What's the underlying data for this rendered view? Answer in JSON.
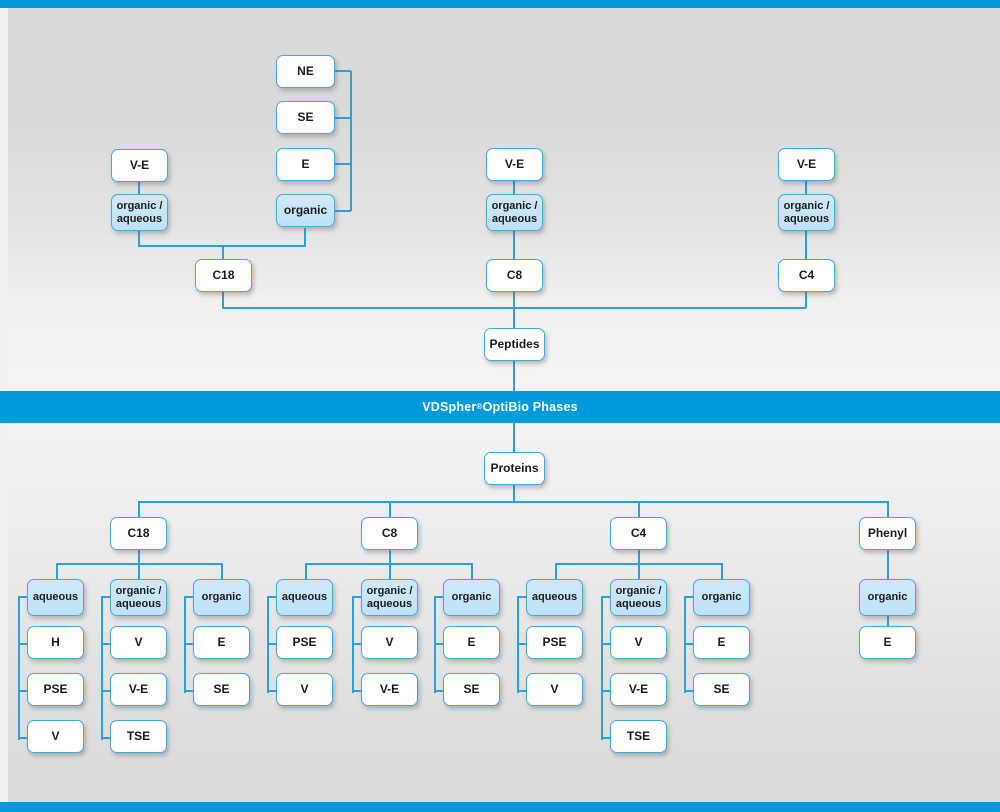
{
  "banner": {
    "text_before": "VDSpher",
    "mark": "®",
    "text_after": " OptiBio Phases",
    "color": "#009add"
  },
  "theme": {
    "accent": "#009add",
    "line": "#2d9fd9",
    "node_border": "#49a6dd",
    "node_fill": "#ffffff",
    "node_fill_highlight": "#c7e6f8",
    "text": "#1b1b1b"
  },
  "peptides": {
    "root_label": "Peptides",
    "branches": [
      {
        "phase": "C18",
        "modes": [
          {
            "label": "organic /\naqueous",
            "parent": "V-E",
            "children": []
          },
          {
            "label": "organic",
            "children": [
              "NE",
              "SE",
              "E"
            ]
          }
        ]
      },
      {
        "phase": "C8",
        "modes": [
          {
            "label": "organic /\naqueous",
            "parent": "V-E",
            "children": []
          }
        ]
      },
      {
        "phase": "C4",
        "modes": [
          {
            "label": "organic /\naqueous",
            "parent": "V-E",
            "children": []
          }
        ]
      }
    ]
  },
  "proteins": {
    "root_label": "Proteins",
    "branches": [
      {
        "phase": "C18",
        "groups": [
          {
            "label": "aqueous",
            "items": [
              "H",
              "PSE",
              "V"
            ]
          },
          {
            "label": "organic /\naqueous",
            "items": [
              "V",
              "V-E",
              "TSE"
            ]
          },
          {
            "label": "organic",
            "items": [
              "E",
              "SE"
            ]
          }
        ]
      },
      {
        "phase": "C8",
        "groups": [
          {
            "label": "aqueous",
            "items": [
              "PSE",
              "V"
            ]
          },
          {
            "label": "organic /\naqueous",
            "items": [
              "V",
              "V-E"
            ]
          },
          {
            "label": "organic",
            "items": [
              "E",
              "SE"
            ]
          }
        ]
      },
      {
        "phase": "C4",
        "groups": [
          {
            "label": "aqueous",
            "items": [
              "PSE",
              "V"
            ]
          },
          {
            "label": "organic /\naqueous",
            "items": [
              "V",
              "V-E",
              "TSE"
            ]
          },
          {
            "label": "organic",
            "items": [
              "E",
              "SE"
            ]
          }
        ]
      },
      {
        "phase": "Phenyl",
        "groups": [
          {
            "label": "organic",
            "items": [
              "E"
            ]
          }
        ]
      }
    ]
  },
  "nodes": {
    "top": {
      "ne": "NE",
      "se": "SE",
      "e": "E",
      "organic": "organic",
      "ve_left": "V-E",
      "orgaq_left": "organic /\naqueous",
      "c18": "C18",
      "ve_mid": "V-E",
      "orgaq_mid": "organic /\naqueous",
      "c8": "C8",
      "ve_right": "V-E",
      "orgaq_right": "organic /\naqueous",
      "c4": "C4",
      "peptides": "Peptides"
    },
    "bottom": {
      "proteins": "Proteins",
      "c18": "C18",
      "c8": "C8",
      "c4": "C4",
      "phenyl": "Phenyl",
      "c18_aqueous": "aqueous",
      "c18_aq_1": "H",
      "c18_aq_2": "PSE",
      "c18_aq_3": "V",
      "c18_orgaq": "organic /\naqueous",
      "c18_oa_1": "V",
      "c18_oa_2": "V-E",
      "c18_oa_3": "TSE",
      "c18_organic": "organic",
      "c18_o_1": "E",
      "c18_o_2": "SE",
      "c8_aqueous": "aqueous",
      "c8_aq_1": "PSE",
      "c8_aq_2": "V",
      "c8_orgaq": "organic /\naqueous",
      "c8_oa_1": "V",
      "c8_oa_2": "V-E",
      "c8_organic": "organic",
      "c8_o_1": "E",
      "c8_o_2": "SE",
      "c4_aqueous": "aqueous",
      "c4_aq_1": "PSE",
      "c4_aq_2": "V",
      "c4_orgaq": "organic /\naqueous",
      "c4_oa_1": "V",
      "c4_oa_2": "V-E",
      "c4_oa_3": "TSE",
      "c4_organic": "organic",
      "c4_o_1": "E",
      "c4_o_2": "SE",
      "phenyl_organic": "organic",
      "phenyl_o_1": "E"
    }
  }
}
